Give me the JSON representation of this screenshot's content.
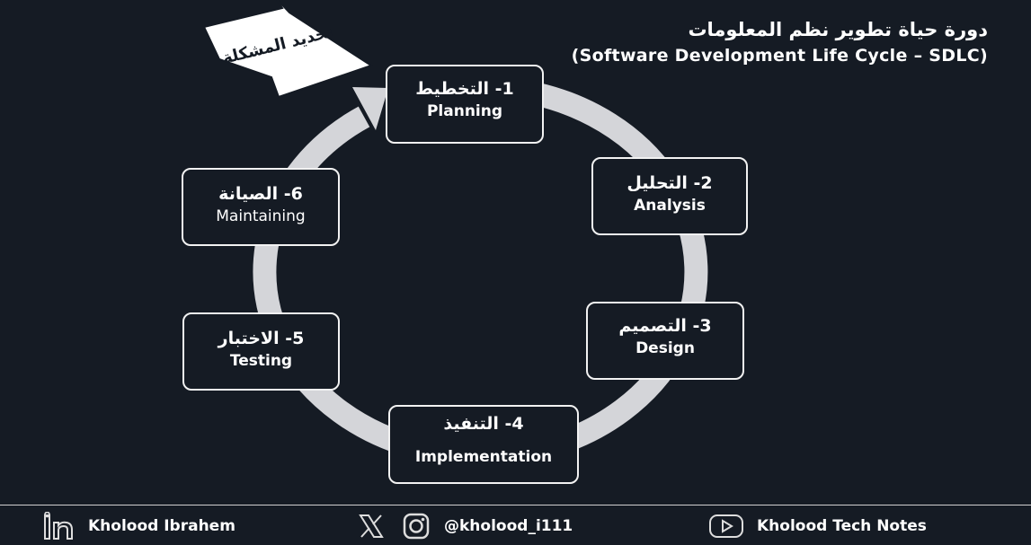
{
  "header": {
    "title_ar": "دورة حياة تطوير نظم المعلومات",
    "title_en": "(Software Development Life Cycle – SDLC)"
  },
  "start_arrow": {
    "label": "تحديد المشكلة"
  },
  "steps": [
    {
      "label_ar": "1- التخطيط",
      "label_en": "Planning"
    },
    {
      "label_ar": "2- التحليل",
      "label_en": "Analysis"
    },
    {
      "label_ar": "3- التصميم",
      "label_en": "Design"
    },
    {
      "label_ar": "4- التنفيذ",
      "label_en": "Implementation"
    },
    {
      "label_ar": "5- الاختبار",
      "label_en": "Testing"
    },
    {
      "label_ar": "6- الصيانة",
      "label_en": "Maintaining"
    }
  ],
  "footer": {
    "linkedin": {
      "icon": "linkedin-icon",
      "text": "Kholood Ibrahem"
    },
    "social": {
      "icons": [
        "x-icon",
        "instagram-icon"
      ],
      "text": "@kholood_i111"
    },
    "youtube": {
      "icon": "youtube-icon",
      "text": "Kholood Tech Notes"
    }
  },
  "colors": {
    "background": "#151b24",
    "ring": "#d4d5d9",
    "text": "#ffffff"
  }
}
